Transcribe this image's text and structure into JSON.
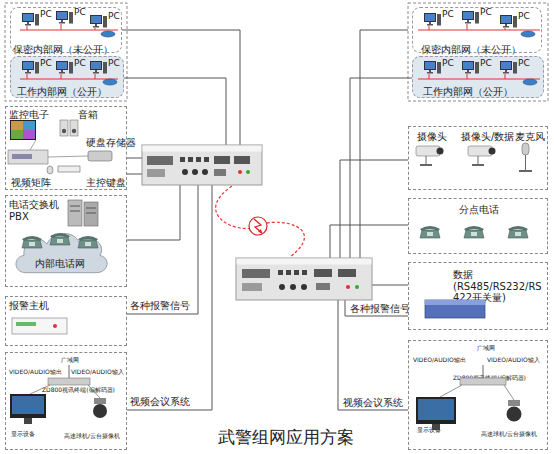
{
  "diagram": {
    "title": "武警组网应用方案",
    "nodes": [
      {
        "text": [
          "保密内部网（未公开）"
        ]
      },
      {
        "text": [
          "工作内部网（公开）"
        ]
      },
      {
        "text": [
          "监控电子",
          "音箱",
          "硬盘存储器",
          "视频矩阵",
          "主控键盘"
        ]
      },
      {
        "text": [
          "电话交换机 PBX"
        ]
      },
      {
        "text": [
          "内部电话网"
        ],
        "in": 3
      },
      {
        "text": [
          "报警主机"
        ]
      },
      {
        "text": [
          "广域网",
          "VIDEO/AUDIO输出",
          "VIDEO/AUDIO输入",
          "ZD800视讯终端(编解码器)",
          "显示设备",
          "高速球机/云台摄像机"
        ]
      },
      {
        "text": [
          "保密内部网（未公开）"
        ]
      },
      {
        "text": [
          "工作内部网（公开）"
        ]
      },
      {
        "text": [
          "摄像头",
          "摄像头/数据",
          "麦克风"
        ]
      },
      {
        "text": [
          "分点电话"
        ]
      },
      {
        "text": [
          "数据(RS485/RS232/RS422开关量)"
        ]
      },
      {
        "text": [
          "广域网",
          "VIDEO/AUDIO输出",
          "VIDEO/AUDIO输入",
          "ZD800视讯终端(编解码器)",
          "显示设备",
          "高速球机/云台摄像机"
        ]
      }
    ],
    "labels": [
      "PC",
      "PC",
      "PC",
      "PC",
      "PC",
      "PC",
      "PC",
      "PC",
      "PC",
      "PC",
      "PC",
      "PC",
      "各种报警信号",
      "视频会议系统",
      "各种报警信号",
      "视频会议系统"
    ]
  }
}
